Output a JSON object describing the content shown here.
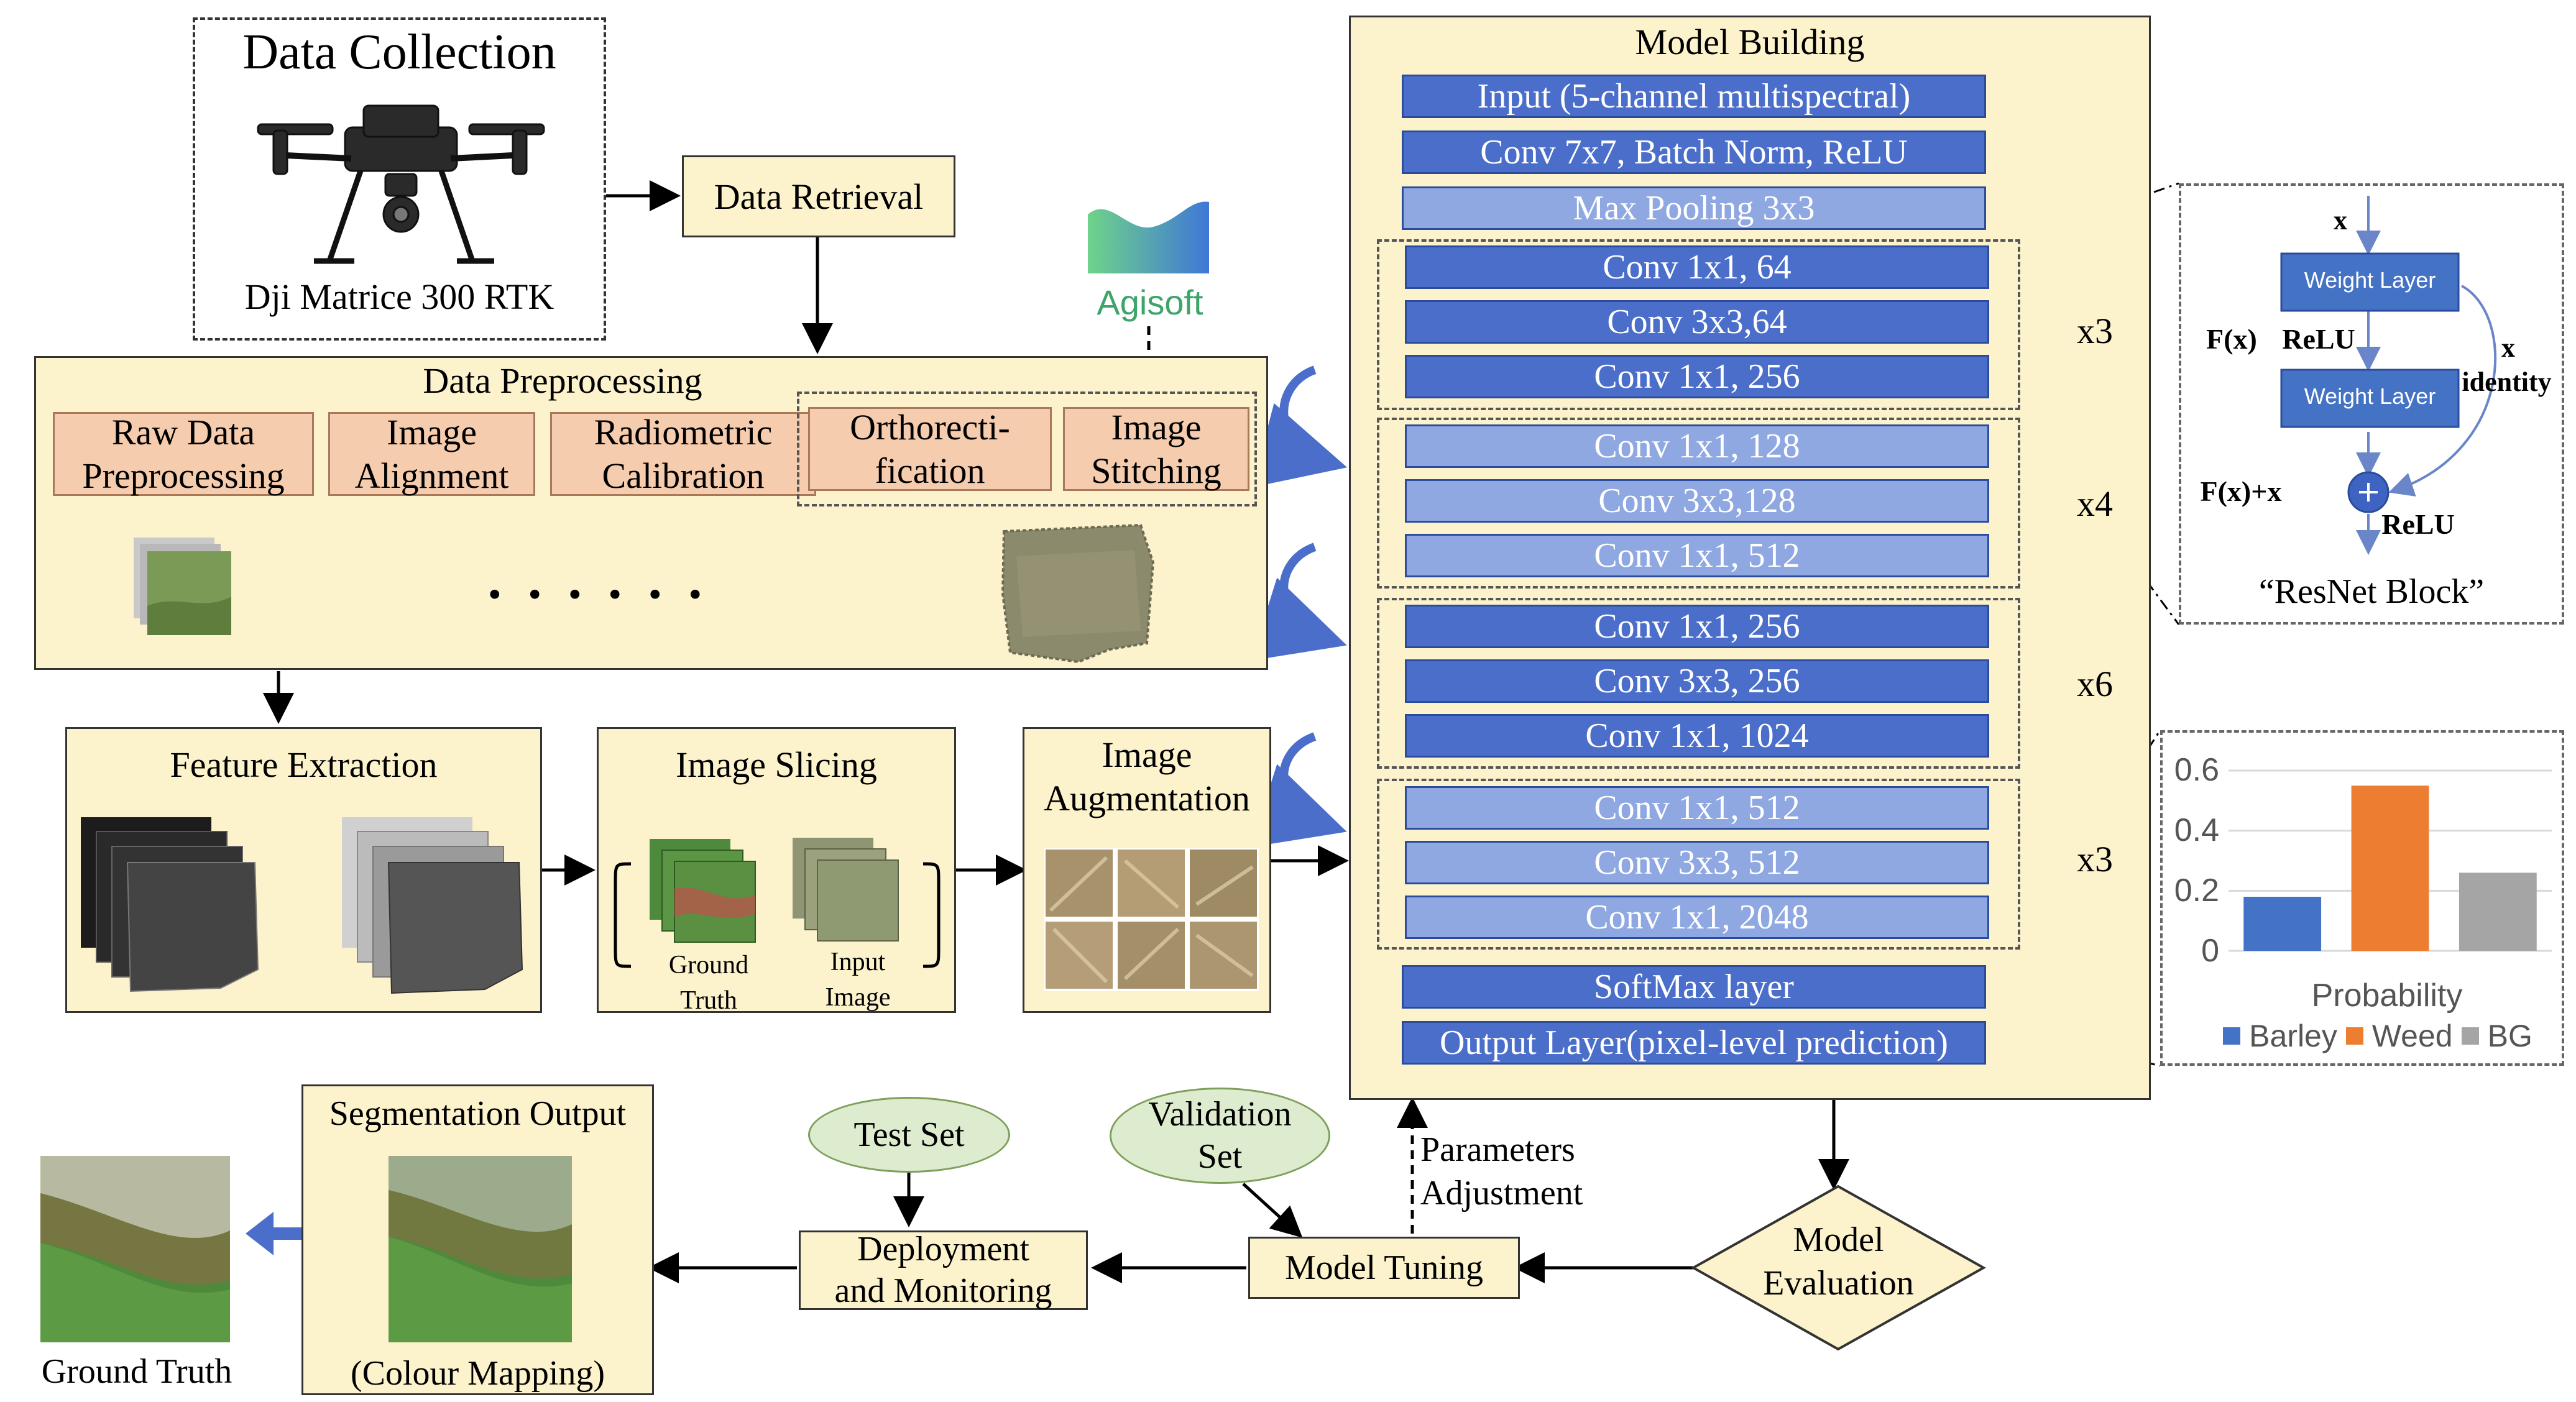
{
  "data_collection": {
    "title": "Data Collection",
    "drone_caption": "Dji Matrice 300 RTK"
  },
  "data_retrieval": "Data Retrieval",
  "agisoft_logo_text": "Agisoft",
  "data_preprocessing": {
    "title": "Data Preprocessing",
    "steps": [
      "Raw Data\nPreprocessing",
      "Image\nAlignment",
      "Radiometric\nCalibration",
      "Orthorecti-\nfication",
      "Image\nStitching"
    ],
    "ellipsis": "· · · · · ·"
  },
  "feature_extraction": "Feature Extraction",
  "image_slicing": {
    "title": "Image Slicing",
    "ground_truth": "Ground\nTruth",
    "input_image": "Input\nImage"
  },
  "image_augmentation": "Image\nAugmentation",
  "model_building": {
    "title": "Model Building",
    "input": "Input (5-channel multispectral)",
    "conv7": "Conv 7x7, Batch Norm, ReLU",
    "maxpool": "Max Pooling 3x3",
    "blocks": [
      {
        "layers": [
          "Conv 1x1, 64",
          "Conv 3x3,64",
          "Conv 1x1, 256"
        ],
        "repeat": "x3"
      },
      {
        "layers": [
          "Conv 1x1, 128",
          "Conv 3x3,128",
          "Conv 1x1, 512"
        ],
        "repeat": "x4"
      },
      {
        "layers": [
          "Conv 1x1, 256",
          "Conv 3x3, 256",
          "Conv 1x1, 1024"
        ],
        "repeat": "x6"
      },
      {
        "layers": [
          "Conv 1x1, 512",
          "Conv 3x3, 512",
          "Conv 1x1, 2048"
        ],
        "repeat": "x3"
      }
    ],
    "softmax": "SoftMax layer",
    "output": "Output Layer(pixel-level prediction)"
  },
  "resnet_block": {
    "x": "x",
    "weight_layer": "Weight Layer",
    "fx": "F(x)",
    "relu": "ReLU",
    "x_identity_x": "x",
    "x_identity": "identity",
    "fx_plus_x": "F(x)+x",
    "relu_out": "ReLU",
    "caption": "“ResNet Block”"
  },
  "probability_chart": {
    "ytick_labels": [
      "0.6",
      "0.4",
      "0.2",
      "0"
    ],
    "xlabel": "Probability",
    "legend": [
      "Barley",
      "Weed",
      "BG"
    ]
  },
  "chart_data": {
    "type": "bar",
    "categories": [
      "Barley",
      "Weed",
      "BG"
    ],
    "values": [
      0.18,
      0.55,
      0.26
    ],
    "colors": [
      "#4472C4",
      "#ED7D31",
      "#A5A5A5"
    ],
    "xlabel": "Probability",
    "ylim": [
      0,
      0.6
    ],
    "yticks": [
      0,
      0.2,
      0.4,
      0.6
    ],
    "grid": true,
    "legend": "bottom"
  },
  "segmentation_output": {
    "title": "Segmentation Output",
    "subtitle": "(Colour Mapping)"
  },
  "ground_truth_label": "Ground Truth",
  "test_set": "Test Set",
  "validation_set": "Validation\nSet",
  "deployment": "Deployment\nand Monitoring",
  "model_tuning": "Model Tuning",
  "parameters_adjustment": "Parameters\nAdjustment",
  "model_evaluation": "Model\nEvaluation",
  "colors": {
    "box_fill": "#FCF2CC",
    "step_fill": "#F5CCAE",
    "layer_dark": "#4A6ECA",
    "layer_light": "#8FA8E2",
    "ellipse_fill": "#DDEBCF"
  }
}
